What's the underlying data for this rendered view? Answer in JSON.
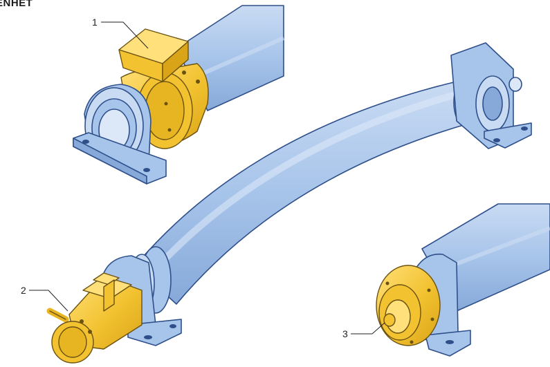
{
  "header": {
    "title": "ENHET"
  },
  "callouts": [
    {
      "label": "1"
    },
    {
      "label": "2"
    },
    {
      "label": "3"
    }
  ],
  "colors": {
    "roller_fill": "#a7c4ea",
    "roller_shadow": "#86a9d9",
    "motor_fill": "#f2c230",
    "motor_shadow": "#d9a418",
    "outline_blue": "#2e4f8a",
    "outline_gold": "#6b5210"
  }
}
